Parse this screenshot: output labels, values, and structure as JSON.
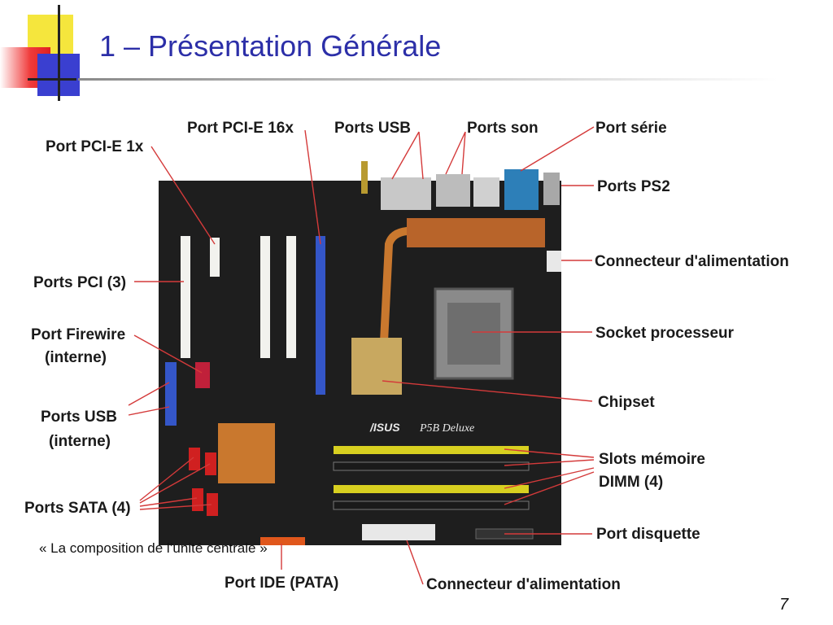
{
  "slide": {
    "title": "1 – Présentation Générale",
    "caption": "« La composition de l’unité centrale »",
    "page_number": "7"
  },
  "diagram": {
    "labels": {
      "pci_e_1x": "Port PCI-E 1x",
      "pci_e_16x": "Port PCI-E 16x",
      "usb_ports": "Ports USB",
      "sound_ports": "Ports son",
      "serial_port": "Port série",
      "ps2_ports": "Ports PS2",
      "power_connector_top": "Connecteur d'alimentation",
      "pci_ports": "Ports PCI (3)",
      "firewire_line1": "Port Firewire",
      "firewire_line2": "(interne)",
      "socket": "Socket processeur",
      "chipset": "Chipset",
      "usb_internal_line1": "Ports USB",
      "usb_internal_line2": "(interne)",
      "memory_line1": "Slots mémoire",
      "memory_line2": "DIMM (4)",
      "sata_ports": "Ports SATA (4)",
      "floppy_port": "Port disquette",
      "ide_port": "Port IDE (PATA)",
      "power_connector_bottom": "Connecteur d'alimentation"
    },
    "board_logo": "/ISUS",
    "board_model": "P5B Deluxe",
    "colors": {
      "board": "#1e1e1e",
      "leader_lines": "#d43a3a",
      "dimm_yellow": "#d8d020",
      "pcie_blue": "#3456c8",
      "copper": "#c9782e",
      "chipset_gold": "#c8a860"
    }
  }
}
